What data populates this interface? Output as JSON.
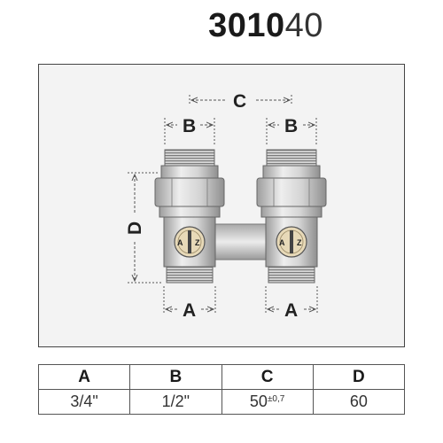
{
  "title": {
    "bold": "3010",
    "light": "40"
  },
  "dimension_labels": {
    "A_left": "A",
    "A_right": "A",
    "B_left": "B",
    "B_right": "B",
    "C": "C",
    "D": "D"
  },
  "valve_labels": {
    "left_a": "A",
    "left_z": "Z",
    "right_a": "A",
    "right_z": "Z"
  },
  "table": {
    "headers": [
      "A",
      "B",
      "C",
      "D"
    ],
    "values": {
      "a": "3/4\"",
      "b": "1/2\"",
      "c_main": "50",
      "c_tol": "±0,7",
      "d": "60"
    }
  },
  "colors": {
    "metal": "#c9c9c9",
    "metal_dark": "#8a8a8a",
    "panel": "#f3f3f3",
    "valve_face": "#e7d9b8"
  }
}
